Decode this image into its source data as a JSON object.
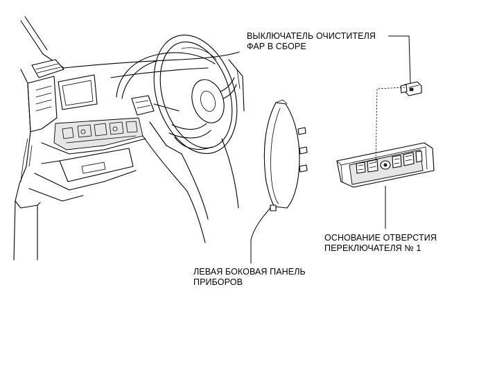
{
  "labels": {
    "washer_switch": "ВЫКЛЮЧАТЕЛЬ ОЧИСТИТЕЛЯ\nФАР В СБОРЕ",
    "side_panel": "ЛЕВАЯ БОКОВАЯ ПАНЕЛЬ\nПРИБОРОВ",
    "switch_base": "ОСНОВАНИЕ ОТВЕРСТИЯ\nПЕРЕКЛЮЧАТЕЛЯ № 1"
  }
}
